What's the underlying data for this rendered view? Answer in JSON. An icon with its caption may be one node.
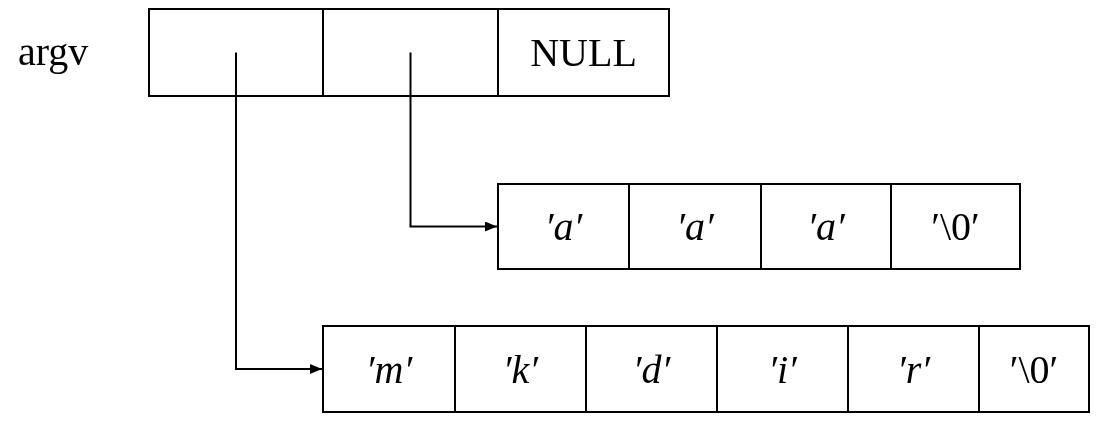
{
  "diagram": {
    "nodes": [
      {
        "text": [],
        "shape": "box"
      },
      {
        "text": [],
        "shape": "box"
      },
      {
        "text": [
          "NULL"
        ]
      },
      {
        "text": [
          "′a′"
        ]
      },
      {
        "text": [
          "′a′"
        ]
      },
      {
        "text": [
          "′a′"
        ]
      },
      {
        "text": [
          "′\\0′"
        ]
      },
      {
        "text": [
          "′m′"
        ]
      },
      {
        "text": [
          "′k′"
        ]
      },
      {
        "text": [
          "′d′"
        ]
      },
      {
        "text": [
          "′i′"
        ]
      },
      {
        "text": [
          "′r′"
        ]
      },
      {
        "text": [
          "′\\0′"
        ]
      }
    ],
    "edges": [
      {
        "from": 0,
        "to": 7,
        "arrow": "to"
      },
      {
        "from": 1,
        "to": 3,
        "arrow": "to"
      }
    ],
    "labels": [
      "argv"
    ]
  }
}
